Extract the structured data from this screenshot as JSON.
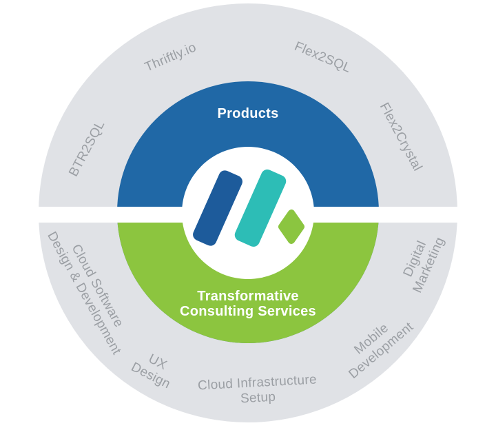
{
  "diagram_name": "products-and-services-wheel",
  "colors": {
    "background": "#ffffff",
    "ring_gray": "#e0e2e6",
    "products_blue": "#2068a6",
    "services_green": "#8cc53f",
    "divider_white": "#ffffff",
    "center_circle_white": "#ffffff",
    "logo_blue": "#1d5b9b",
    "logo_teal": "#2dbdb6",
    "logo_green": "#8bc540",
    "ring_label_text": "#9b9fa4",
    "inner_label_text": "#ffffff"
  },
  "center": {
    "logo_name": "mertech-logo-mark",
    "logo_shapes": [
      "blue-bar",
      "teal-bar",
      "green-diamond"
    ]
  },
  "halves": {
    "top_label": "Products",
    "bottom_label_line1": "Transformative",
    "bottom_label_line2": "Consulting Services"
  },
  "ring": {
    "products_items": [
      {
        "label": "BTR2SQL"
      },
      {
        "label": "Thriftly.io"
      },
      {
        "label": "Flex2SQL"
      },
      {
        "label": "Flex2Crystal"
      }
    ],
    "services_items": [
      {
        "line1": "Cloud Software",
        "line2": "Design & Development"
      },
      {
        "line1": "UX",
        "line2": "Design"
      },
      {
        "line1": "Cloud Infrastructure",
        "line2": "Setup"
      },
      {
        "line1": "Mobile",
        "line2": "Development"
      },
      {
        "line1": "Digital",
        "line2": "Marketing"
      }
    ]
  }
}
